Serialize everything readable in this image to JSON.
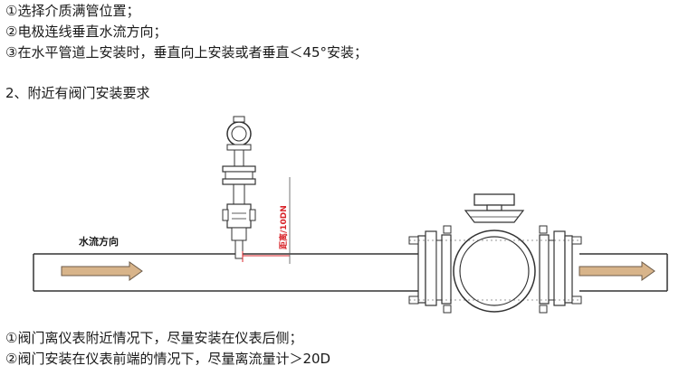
{
  "requirements": {
    "line1": "①选择介质满管位置；",
    "line2": "②电极连线垂直水流方向；",
    "line3": "③在水平管道上安装时，垂直向上安装或者垂直＜45°安装；"
  },
  "section_title": "2、附近有阀门安装要求",
  "diagram": {
    "flow_label": "水流方向",
    "distance_label": "距离/10DN"
  },
  "notes": {
    "line1": "①阀门离仪表附近情况下，尽量安装在仪表后侧；",
    "line2": "②阀门安装在仪表前端的情况下，尽量离流量计＞20D"
  },
  "colors": {
    "pipe_stroke": "#333333",
    "arrow_fill": "#d8b48a",
    "arrow_stroke": "#6b5a48",
    "dimension": "#d9252b"
  }
}
